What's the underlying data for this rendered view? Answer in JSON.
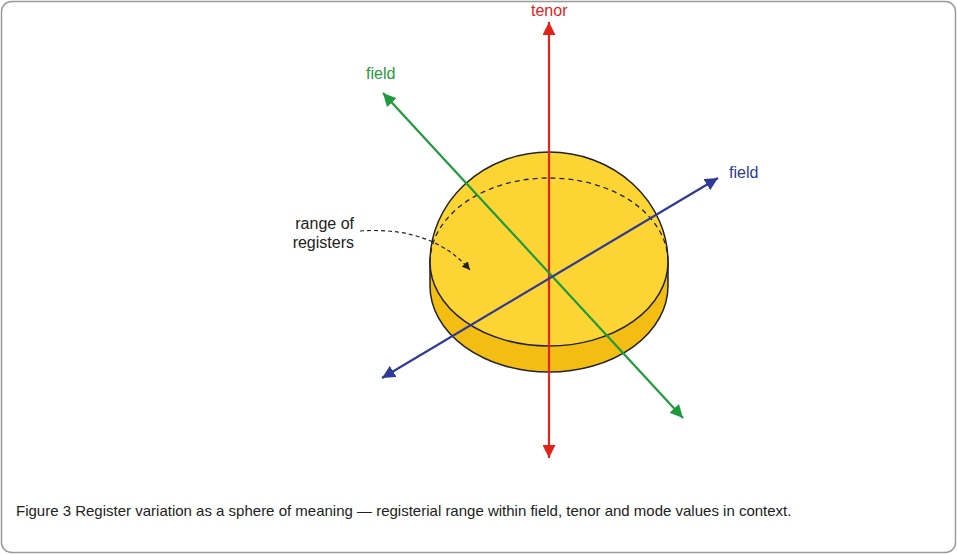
{
  "diagram": {
    "caption": "Figure 3 Register variation as a sphere of meaning — registerial range within field, tenor and mode values in context.",
    "labels": [
      "tenor",
      "field",
      "field",
      "range of registers"
    ]
  }
}
